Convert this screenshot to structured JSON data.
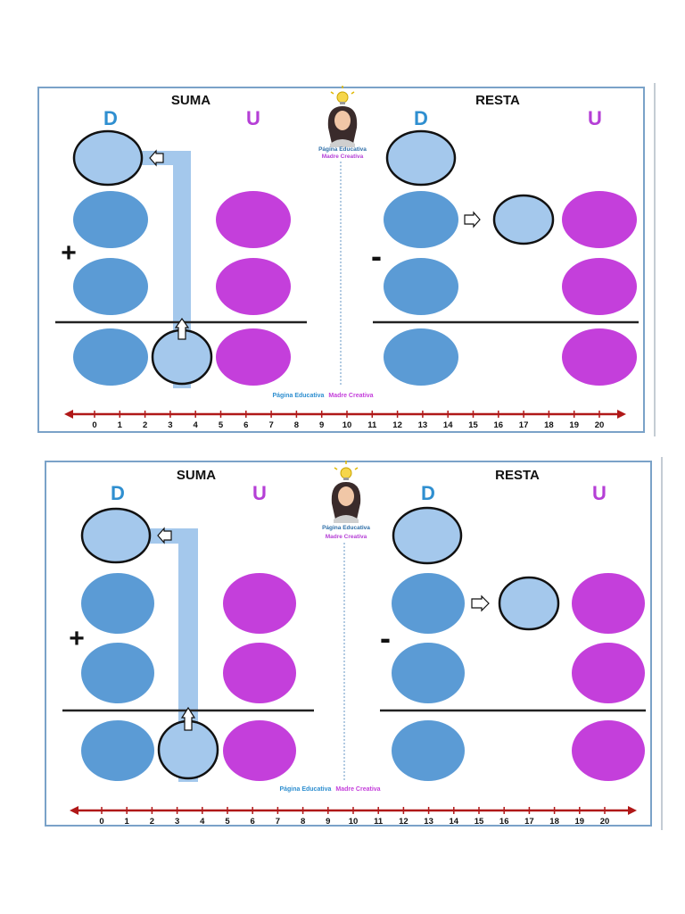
{
  "titles": {
    "add": "SUMA",
    "subtract": "RESTA"
  },
  "columns": {
    "tens": "D",
    "units": "U"
  },
  "operators": {
    "plus": "+",
    "minus": "-"
  },
  "logo": {
    "line1": "Página Educativa",
    "line2": "Madre Creativa",
    "icon": "lightbulb-girl-icon"
  },
  "watermark": {
    "part1": "Página Educativa",
    "part2": "Madre Creativa"
  },
  "number_line": {
    "labels": [
      "0",
      "1",
      "2",
      "3",
      "4",
      "5",
      "6",
      "7",
      "8",
      "9",
      "10",
      "11",
      "12",
      "13",
      "14",
      "15",
      "16",
      "17",
      "18",
      "19",
      "20"
    ]
  },
  "colors": {
    "tens_dark": "#5b9bd5",
    "tens_light": "#a4c8ec",
    "units": "#c43fdb",
    "letter_tens": "#2f8fd0",
    "letter_units": "#b53fd6",
    "number_line": "#b01818",
    "rule": "#222222",
    "divider": "#7fa8cf"
  }
}
